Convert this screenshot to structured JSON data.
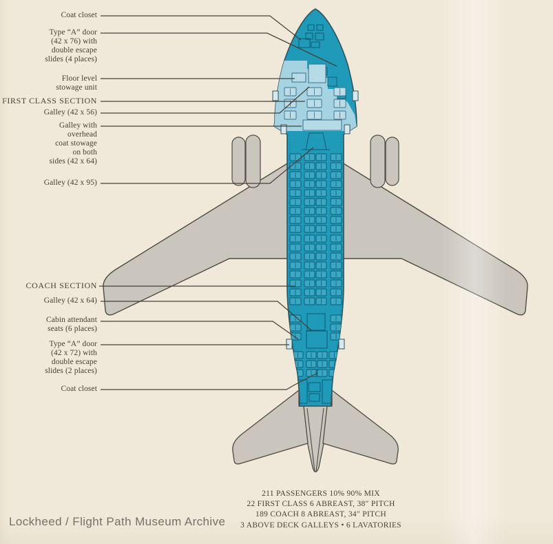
{
  "caption": "Lockheed / Flight Path Museum Archive",
  "colors": {
    "paper": "#f0e9d9",
    "fuselage_teal": "#1f9ab8",
    "first_class_blue": "#a6d3e1",
    "wing_gray": "#cac6bd",
    "outline": "#4c4a42",
    "leader_line": "#45413a",
    "label_text": "#463f33",
    "watermark_text": "#66635c"
  },
  "labels": {
    "coat_closet_top": "Coat closet",
    "type_a_door_fwd": "Type “A” door\n(42 x 76) with\ndouble escape\nslides (4 places)",
    "floor_level": "Floor level\nstowage unit",
    "first_class_section": "FIRST CLASS SECTION",
    "galley_42x56": "Galley (42 x 56)",
    "galley_overhead": "Galley with\noverhead\ncoat stowage\non both\nsides (42 x 64)",
    "galley_42x95": "Galley (42 x 95)",
    "coach_section": "COACH SECTION",
    "galley_42x64": "Galley (42 x 64)",
    "cabin_attendant": "Cabin attendant\nseats (6 places)",
    "type_a_door_aft": "Type “A” door\n(42 x 72) with\ndouble escape\nslides (2 places)",
    "coat_closet_bottom": "Coat closet"
  },
  "footer": {
    "line1": "211 PASSENGERS 10% 90% MIX",
    "line2": "22 FIRST CLASS 6 ABREAST, 38″ PITCH",
    "line3": "189 COACH 8 ABREAST, 34″ PITCH",
    "line4": "3 ABOVE DECK GALLEYS • 6 LAVATORIES"
  },
  "seatmap": {
    "first_class": {
      "seat_h": 12,
      "row_ys": [
        127,
        144,
        161
      ],
      "cols": [
        [
          413,
          17
        ],
        [
          446,
          21
        ],
        [
          485,
          17
        ]
      ]
    },
    "coach_front": {
      "seat_h": 10,
      "row_ys": [
        223,
        236,
        249,
        262,
        275,
        288,
        301,
        314,
        327,
        341,
        354,
        367,
        380,
        393,
        406,
        419,
        432
      ],
      "cols": [
        [
          421,
          16
        ],
        [
          442,
          15
        ],
        [
          459,
          15
        ],
        [
          480,
          16
        ]
      ]
    },
    "coach_mid_sides": {
      "seat_h": 10,
      "row_ys": [
        457,
        470,
        483
      ],
      "cols": [
        [
          421,
          16
        ],
        [
          480,
          16
        ]
      ]
    },
    "coach_rear": {
      "seat_h": 10,
      "row_ys": [
        510,
        523,
        536
      ],
      "cols": [
        [
          425,
          15
        ],
        [
          445,
          14
        ],
        [
          461,
          14
        ],
        [
          478,
          15
        ]
      ]
    }
  }
}
